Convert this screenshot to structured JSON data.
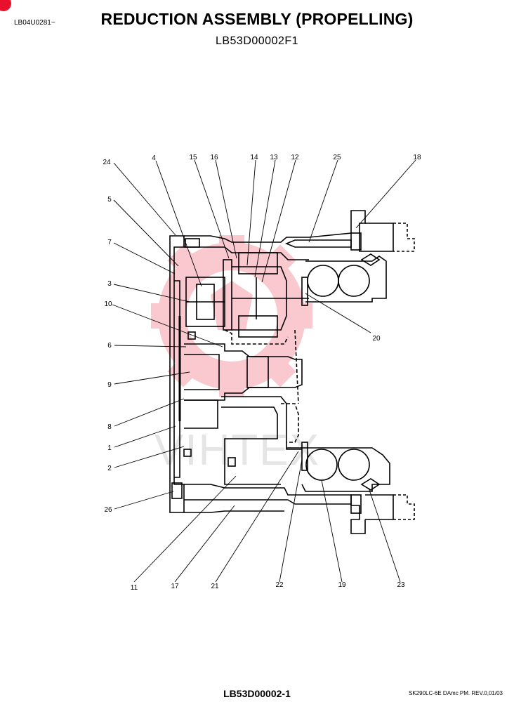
{
  "header": {
    "serial": "LB04U0281~",
    "title": "REDUCTION ASSEMBLY (PROPELLING)",
    "subtitle": "LB53D00002F1"
  },
  "watermark": {
    "text": "VIHTEX",
    "color": "#e8102a"
  },
  "callouts": [
    {
      "label": "24"
    },
    {
      "label": "4"
    },
    {
      "label": "15"
    },
    {
      "label": "16"
    },
    {
      "label": "14"
    },
    {
      "label": "13"
    },
    {
      "label": "12"
    },
    {
      "label": "25"
    },
    {
      "label": "18"
    },
    {
      "label": "5"
    },
    {
      "label": "7"
    },
    {
      "label": "3"
    },
    {
      "label": "10"
    },
    {
      "label": "6"
    },
    {
      "label": "9"
    },
    {
      "label": "8"
    },
    {
      "label": "1"
    },
    {
      "label": "2"
    },
    {
      "label": "26"
    },
    {
      "label": "20"
    },
    {
      "label": "11"
    },
    {
      "label": "17"
    },
    {
      "label": "21"
    },
    {
      "label": "22"
    },
    {
      "label": "19"
    },
    {
      "label": "23"
    }
  ],
  "footer": {
    "code": "LB53D00002-1",
    "revision": "SK290LC-6E DAmc PM. REV.0,01/03"
  }
}
